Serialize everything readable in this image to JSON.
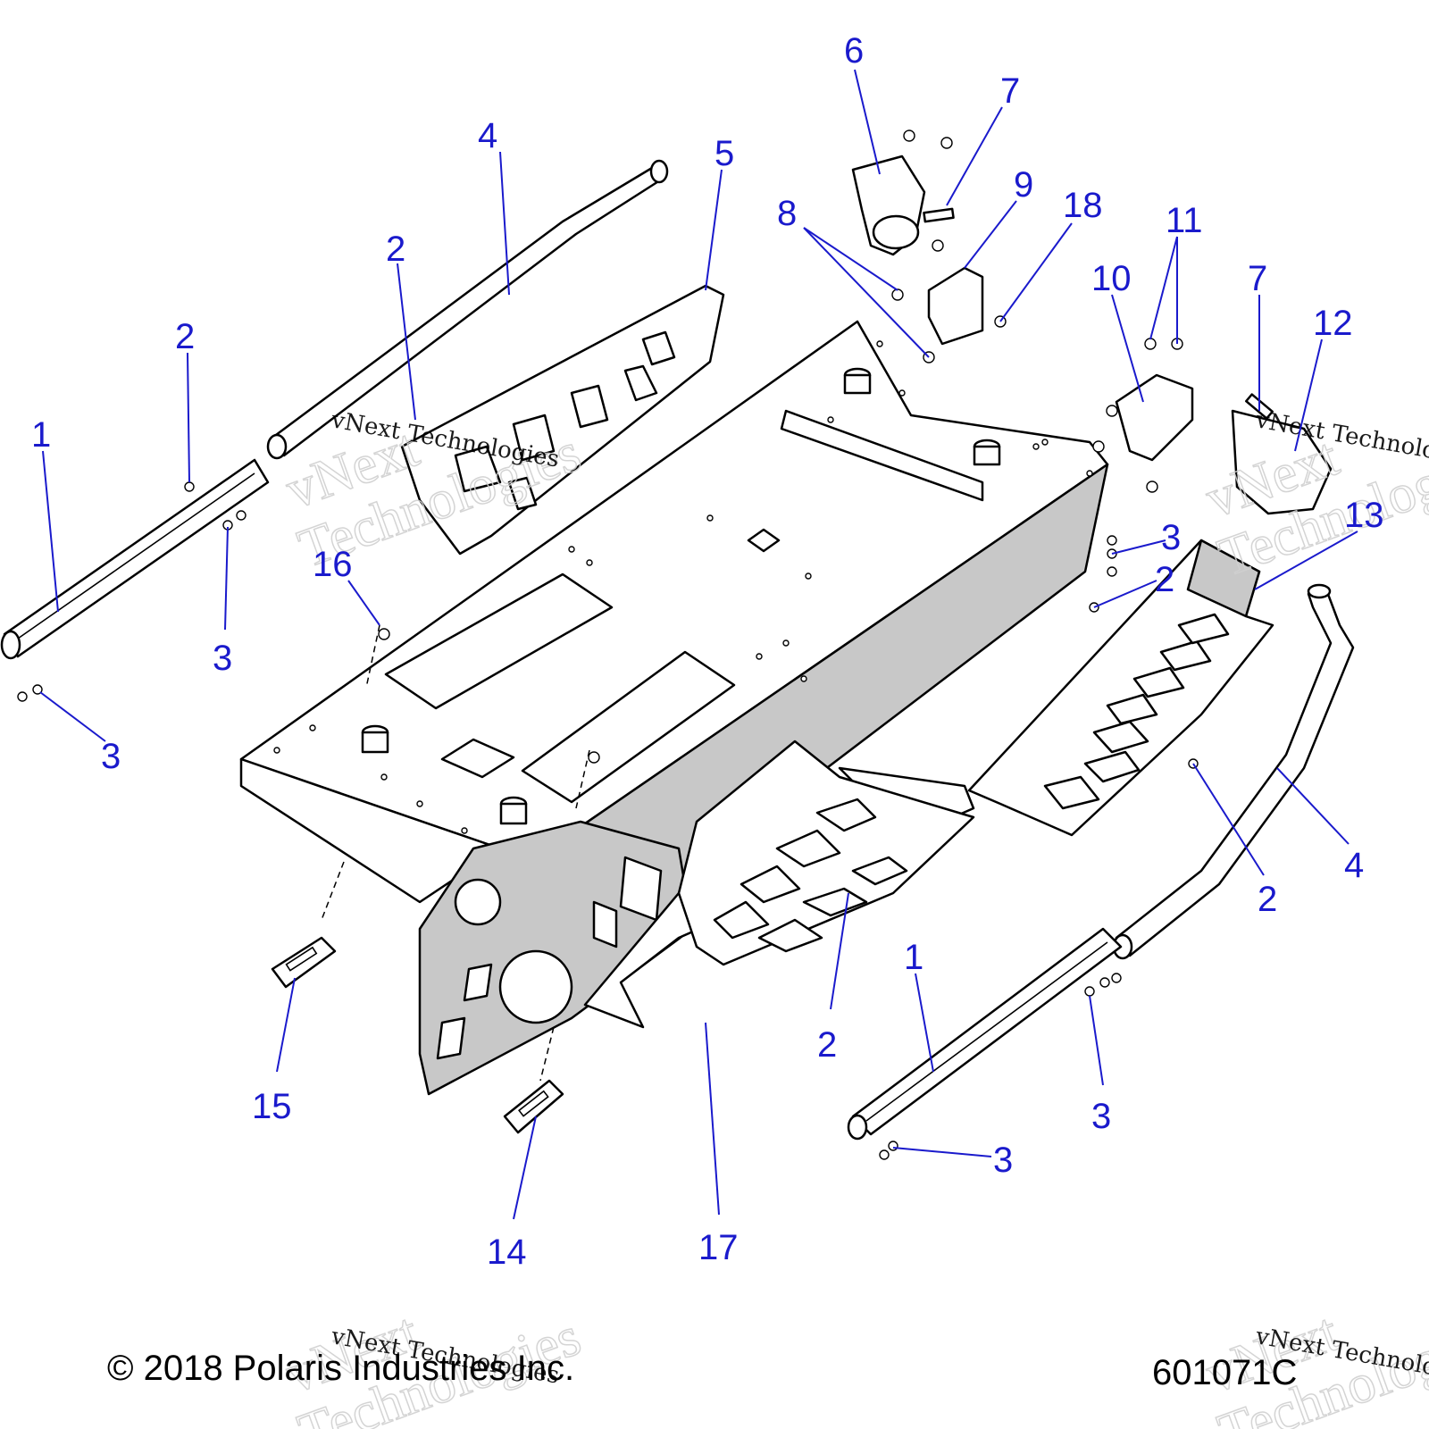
{
  "callouts": [
    {
      "label": "6"
    },
    {
      "label": "7"
    },
    {
      "label": "4"
    },
    {
      "label": "5"
    },
    {
      "label": "9"
    },
    {
      "label": "18"
    },
    {
      "label": "8"
    },
    {
      "label": "11"
    },
    {
      "label": "2"
    },
    {
      "label": "2"
    },
    {
      "label": "10"
    },
    {
      "label": "7"
    },
    {
      "label": "12"
    },
    {
      "label": "1"
    },
    {
      "label": "13"
    },
    {
      "label": "3"
    },
    {
      "label": "16"
    },
    {
      "label": "2"
    },
    {
      "label": "3"
    },
    {
      "label": "3"
    },
    {
      "label": "4"
    },
    {
      "label": "2"
    },
    {
      "label": "1"
    },
    {
      "label": "2"
    },
    {
      "label": "15"
    },
    {
      "label": "3"
    },
    {
      "label": "3"
    },
    {
      "label": "14"
    },
    {
      "label": "17"
    }
  ],
  "watermark": {
    "text": "vNext Technologies"
  },
  "footer": {
    "copyright": "© 2018 Polaris Industries Inc.",
    "diagram_number": "601071C"
  }
}
